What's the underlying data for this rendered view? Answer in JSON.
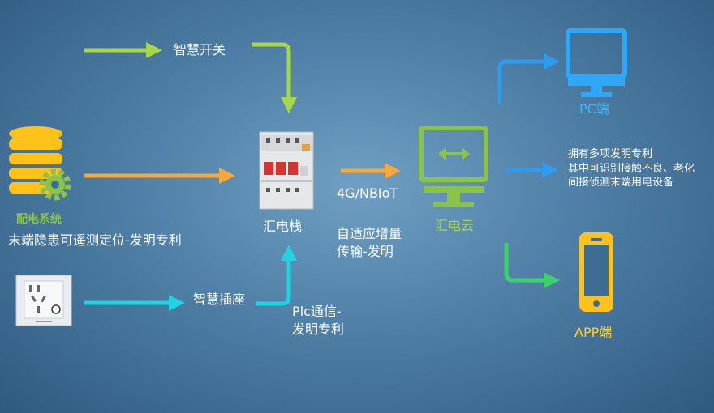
{
  "labels": {
    "smart_switch": "智慧开关",
    "distribution_system": "配电系统",
    "fault_location": "末端隐患可遥测定位-发明专利",
    "smart_socket": "智慧插座",
    "plc_comm_line1": "Plc通信-",
    "plc_comm_line2": "发明专利",
    "stack": "汇电栈",
    "network": "4G/NBIoT",
    "adaptive_line1": "自适应增量",
    "adaptive_line2": "传输-发明",
    "cloud": "汇电云",
    "pc": "PC端",
    "app": "APP端",
    "patents_line1": "拥有多项发明专利",
    "patents_line2": "其中可识别接触不良、老化",
    "patents_line3": "间接侦测末端用电设备"
  },
  "colors": {
    "lime_arrow": "#a6d64a",
    "orange_arrow": "#f6a83c",
    "cyan_arrow": "#1fd3e0",
    "blue_arrow": "#2e9bf0",
    "green_arrow": "#3dd16b",
    "pc_icon": "#2ea7f7",
    "app_icon": "#ffc21a",
    "cloud_icon": "#8bc34a",
    "db_icon": "#ffc21a"
  },
  "icons": [
    "database-gear-icon",
    "socket-icon",
    "circuit-breaker-icon",
    "cloud-monitor-icon",
    "pc-monitor-icon",
    "smartphone-icon"
  ]
}
